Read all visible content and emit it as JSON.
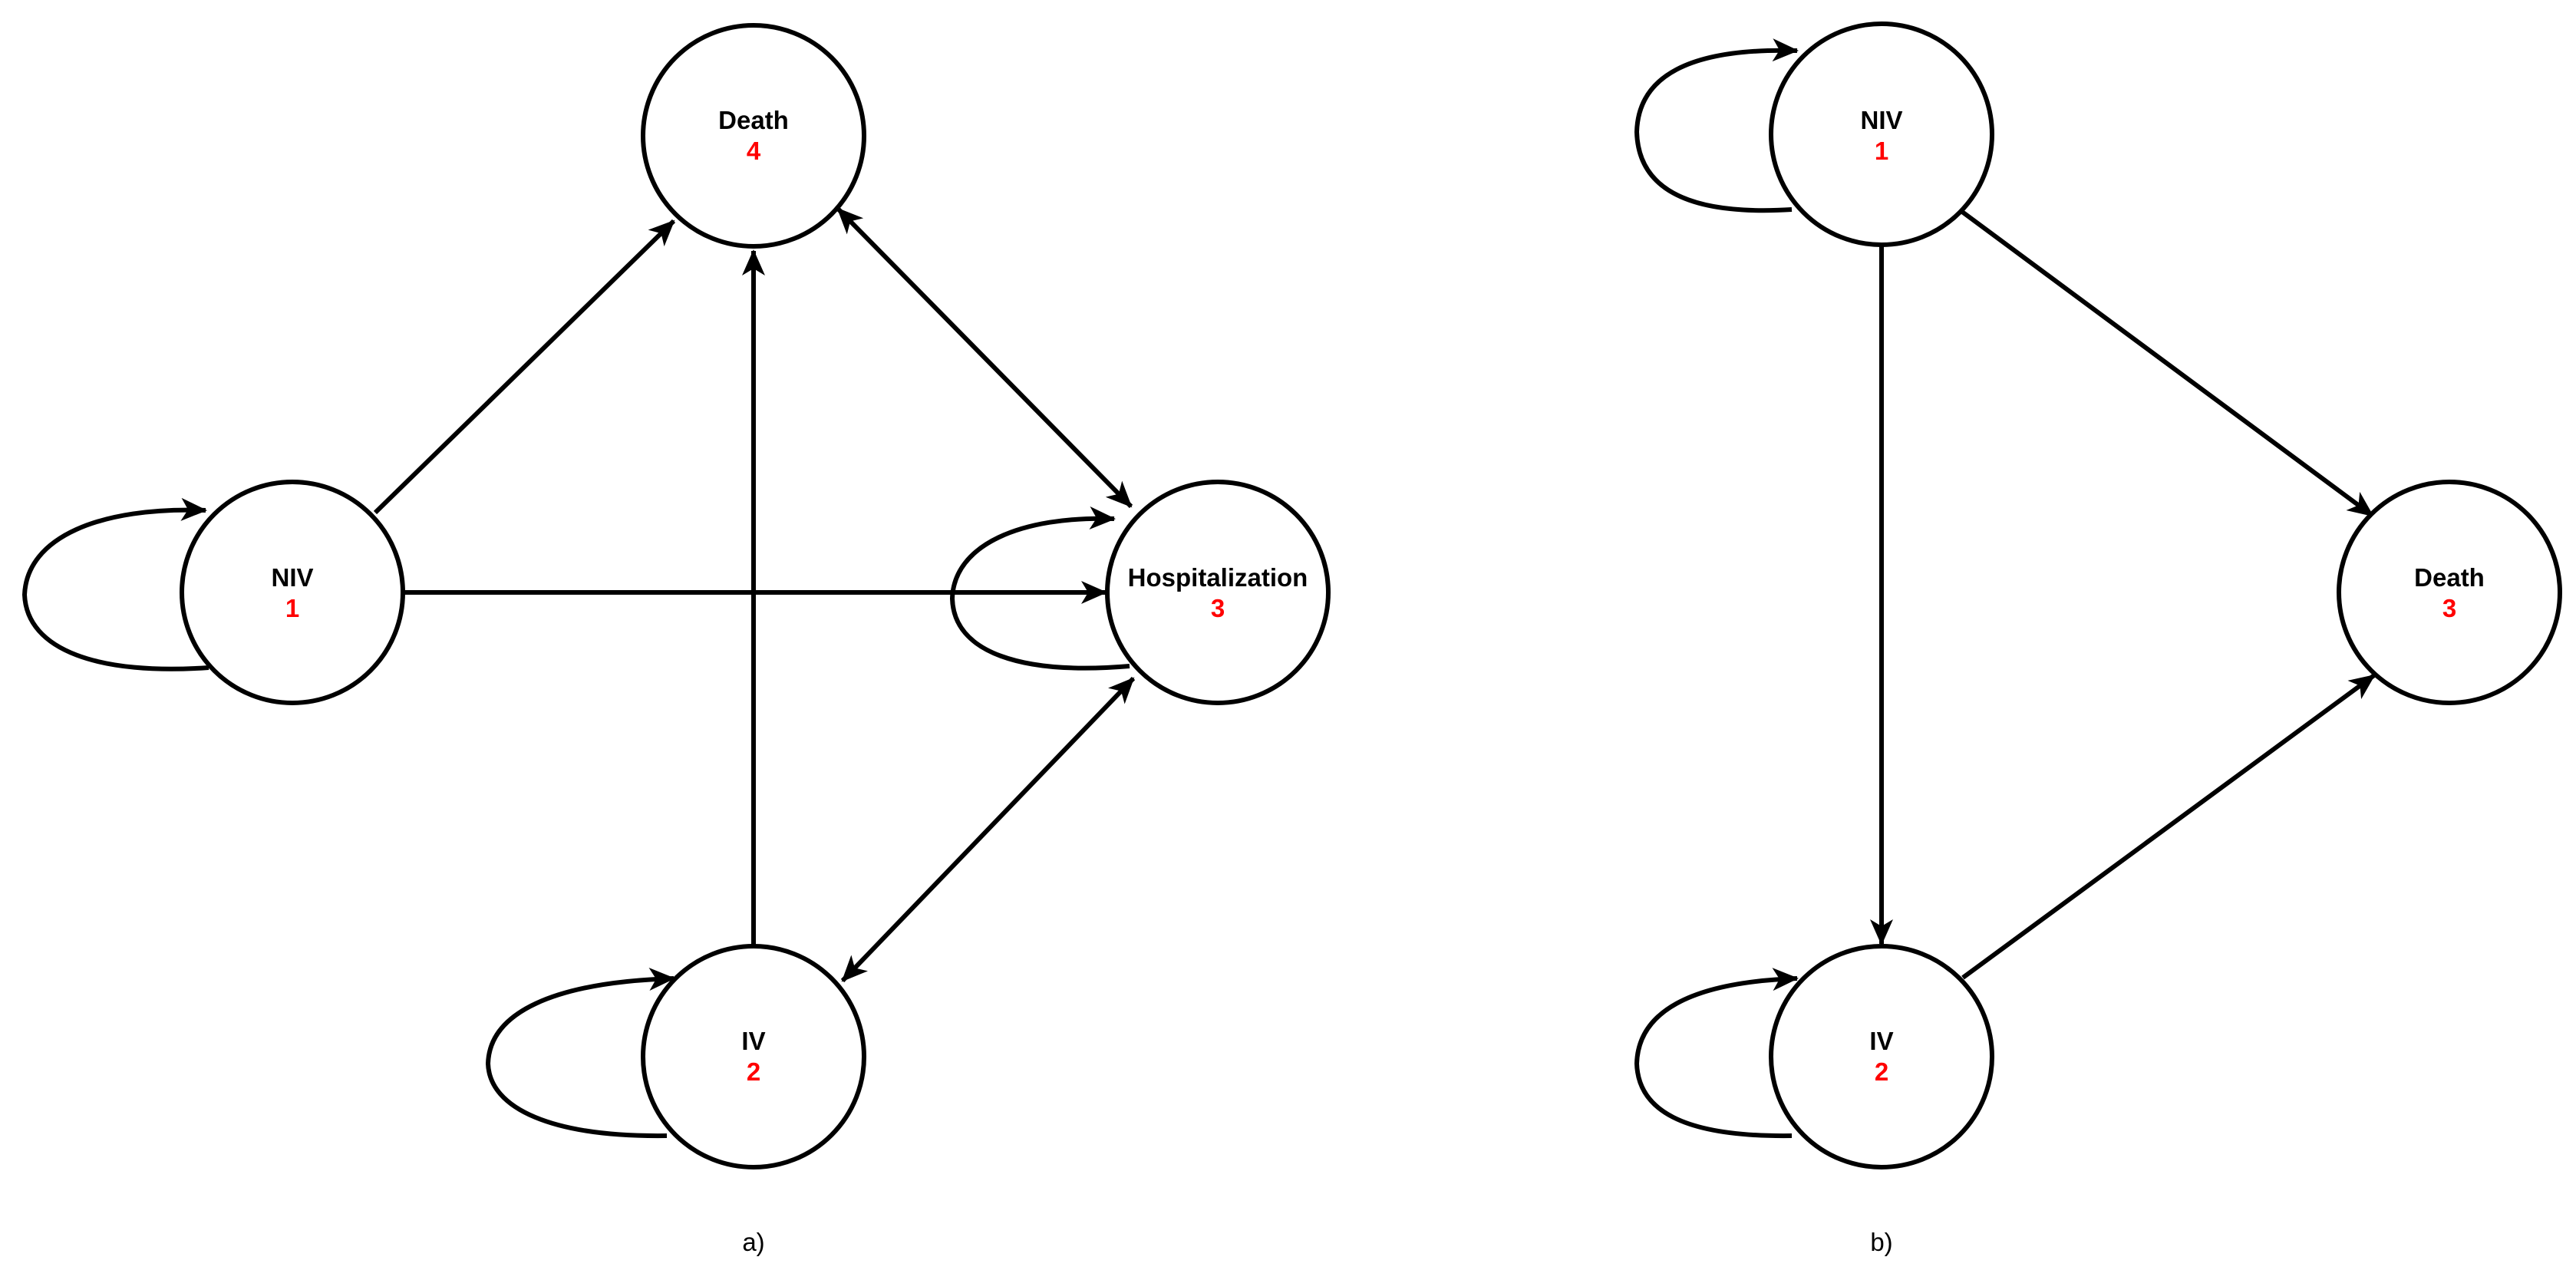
{
  "number_color": "#ff0000",
  "edge_color": "#000000",
  "diagrams": [
    {
      "caption": "a)",
      "nodes": [
        {
          "id": "niv",
          "label": "NIV",
          "number": "1"
        },
        {
          "id": "iv",
          "label": "IV",
          "number": "2"
        },
        {
          "id": "hospitalization",
          "label": "Hospitalization",
          "number": "3"
        },
        {
          "id": "death",
          "label": "Death",
          "number": "4"
        }
      ],
      "edges": [
        {
          "from": "niv",
          "to": "niv"
        },
        {
          "from": "niv",
          "to": "death"
        },
        {
          "from": "niv",
          "to": "hospitalization"
        },
        {
          "from": "iv",
          "to": "iv"
        },
        {
          "from": "iv",
          "to": "death"
        },
        {
          "from": "iv",
          "to": "hospitalization",
          "bidirectional": true
        },
        {
          "from": "hospitalization",
          "to": "hospitalization"
        },
        {
          "from": "hospitalization",
          "to": "death",
          "bidirectional": true
        }
      ]
    },
    {
      "caption": "b)",
      "nodes": [
        {
          "id": "niv",
          "label": "NIV",
          "number": "1"
        },
        {
          "id": "iv",
          "label": "IV",
          "number": "2"
        },
        {
          "id": "death",
          "label": "Death",
          "number": "3"
        }
      ],
      "edges": [
        {
          "from": "niv",
          "to": "niv"
        },
        {
          "from": "niv",
          "to": "iv"
        },
        {
          "from": "niv",
          "to": "death"
        },
        {
          "from": "iv",
          "to": "iv"
        },
        {
          "from": "iv",
          "to": "death"
        }
      ]
    }
  ]
}
